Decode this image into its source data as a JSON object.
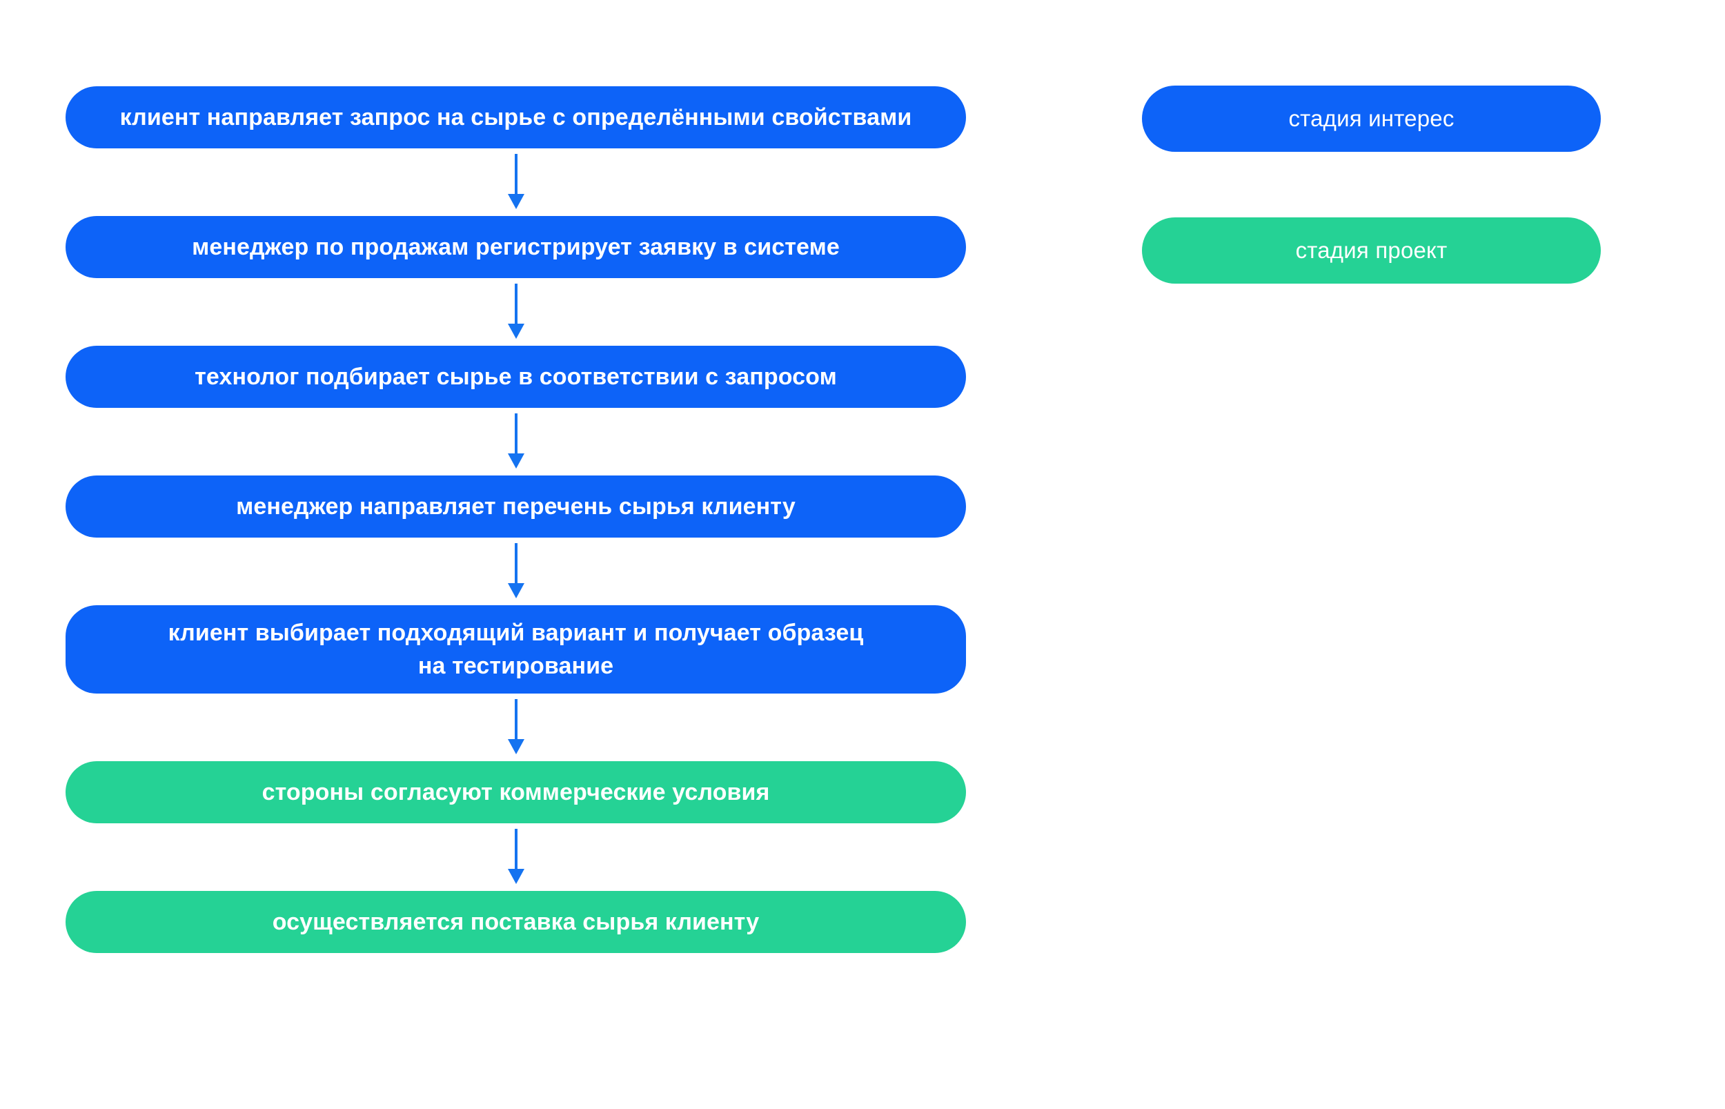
{
  "diagram": {
    "type": "flowchart",
    "orientation": "vertical",
    "colors": {
      "interest_stage": "#0d63f8",
      "project_stage": "#25d295",
      "arrow": "#1573f0",
      "background": "#ffffff",
      "node_text": "#ffffff"
    },
    "nodes": [
      {
        "id": "node-1",
        "label": "клиент направляет запрос на сырье с определёнными свойствами",
        "stage": "interest",
        "color": "#0d63f8",
        "lines": 1
      },
      {
        "id": "node-2",
        "label": "менеджер по продажам регистрирует заявку в системе",
        "stage": "interest",
        "color": "#0d63f8",
        "lines": 1
      },
      {
        "id": "node-3",
        "label": "технолог подбирает сырье в соответствии с запросом",
        "stage": "interest",
        "color": "#0d63f8",
        "lines": 1
      },
      {
        "id": "node-4",
        "label": "менеджер направляет перечень сырья клиенту",
        "stage": "interest",
        "color": "#0d63f8",
        "lines": 1
      },
      {
        "id": "node-5",
        "label": "клиент выбирает подходящий вариант и получает образец\nна тестирование",
        "stage": "interest",
        "color": "#0d63f8",
        "lines": 2
      },
      {
        "id": "node-6",
        "label": "стороны согласуют коммерческие условия",
        "stage": "project",
        "color": "#25d295",
        "lines": 1
      },
      {
        "id": "node-7",
        "label": "осуществляется поставка сырья клиенту",
        "stage": "project",
        "color": "#25d295",
        "lines": 1
      }
    ],
    "connectors": [
      {
        "id": "arrow-1-2",
        "from": "node-1",
        "to": "node-2",
        "shape": "down-arrow"
      },
      {
        "id": "arrow-2-3",
        "from": "node-2",
        "to": "node-3",
        "shape": "down-arrow"
      },
      {
        "id": "arrow-3-4",
        "from": "node-3",
        "to": "node-4",
        "shape": "down-arrow"
      },
      {
        "id": "arrow-4-5",
        "from": "node-4",
        "to": "node-5",
        "shape": "down-arrow"
      },
      {
        "id": "arrow-5-6",
        "from": "node-5",
        "to": "node-6",
        "shape": "down-arrow"
      },
      {
        "id": "arrow-6-7",
        "from": "node-6",
        "to": "node-7",
        "shape": "down-arrow"
      }
    ],
    "legend": [
      {
        "id": "legend-interest",
        "label": "стадия интерес",
        "color": "#0d63f8"
      },
      {
        "id": "legend-project",
        "label": "стадия проект",
        "color": "#25d295"
      }
    ]
  }
}
